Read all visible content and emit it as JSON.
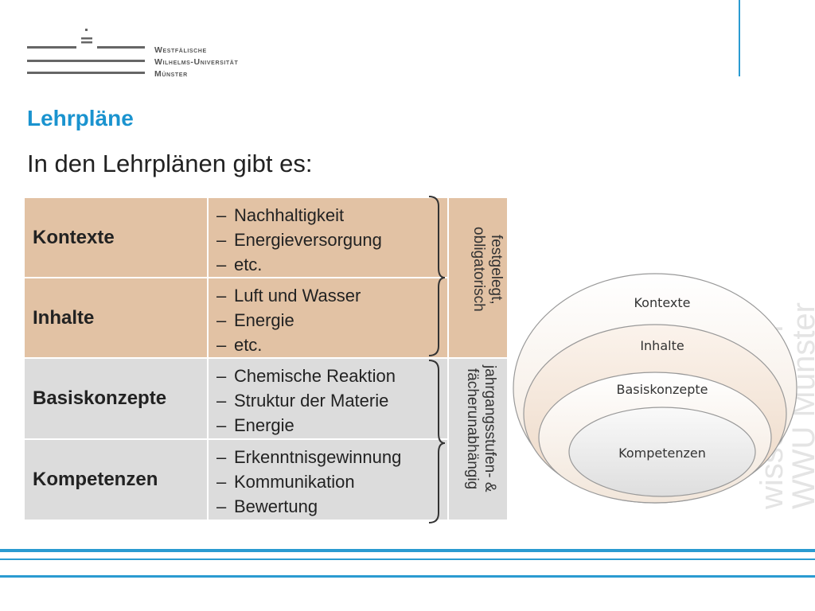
{
  "logo": {
    "line1": "Westfälische",
    "line2": "Wilhelms-Universität",
    "line3": "Münster"
  },
  "heading": "Lehrpläne",
  "intro": "In den Lehrplänen gibt es:",
  "rows": [
    {
      "label": "Kontexte",
      "items": [
        "Nachhaltigkeit",
        "Energieversorgung",
        "etc."
      ]
    },
    {
      "label": "Inhalte",
      "items": [
        "Luft und Wasser",
        "Energie",
        "etc."
      ]
    },
    {
      "label": "Basiskonzepte",
      "items": [
        "Chemische Reaktion",
        "Struktur der Materie",
        "Energie"
      ]
    },
    {
      "label": "Kompetenzen",
      "items": [
        "Erkenntnisgewinnung",
        "Kommunikation",
        "Bewertung"
      ]
    }
  ],
  "annotations": {
    "fixed_line1": "festgelegt,",
    "fixed_line2": "obligatorisch",
    "indep_line1": "jahrgangsstufen- &",
    "indep_line2": "fächerunabhängig"
  },
  "diagram": {
    "rings": [
      "Kontexte",
      "Inhalte",
      "Basiskonzepte",
      "Kompetenzen"
    ]
  },
  "watermark": {
    "line1": "wissen.leben",
    "line2": "WWU Münster"
  },
  "colors": {
    "accent": "#1a93cf",
    "brown": "#e2c2a4",
    "gray": "#dcdcdc"
  }
}
